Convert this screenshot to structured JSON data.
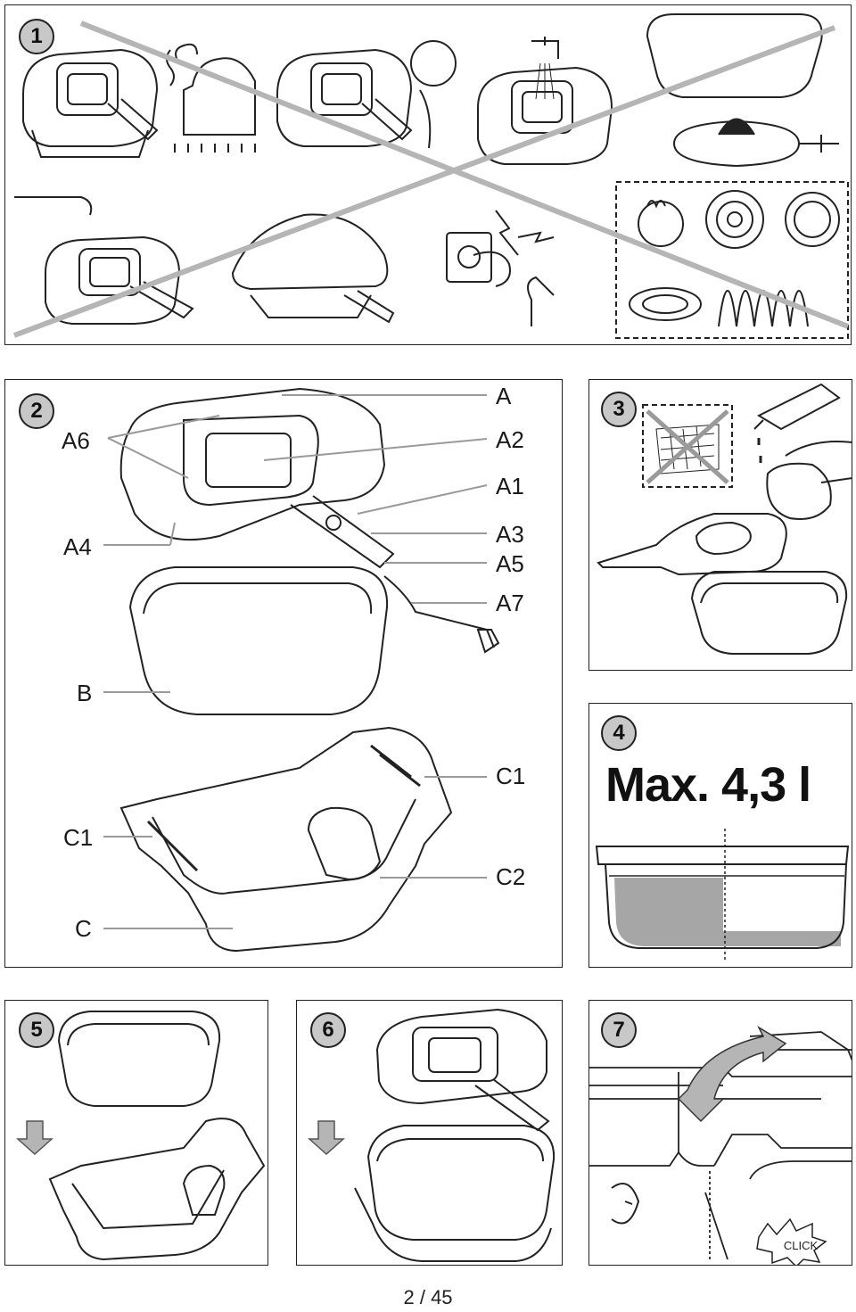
{
  "panels": {
    "p1": {
      "number": "1"
    },
    "p2": {
      "number": "2",
      "labels": {
        "A": "A",
        "A2": "A2",
        "A1": "A1",
        "A3": "A3",
        "A5": "A5",
        "A7": "A7",
        "A6": "A6",
        "A4": "A4",
        "B": "B",
        "C1_right": "C1",
        "C1_left": "C1",
        "C2": "C2",
        "C": "C"
      }
    },
    "p3": {
      "number": "3"
    },
    "p4": {
      "number": "4",
      "capacity_text": "Max. 4,3 l"
    },
    "p5": {
      "number": "5"
    },
    "p6": {
      "number": "6"
    },
    "p7": {
      "number": "7",
      "click_text": "CLICK"
    }
  },
  "footer": {
    "page_current": "2",
    "separator": "/",
    "page_total": "45"
  },
  "colors": {
    "line": "#222222",
    "badge": "#c8c8c8",
    "leader": "#9a9a9a",
    "water": "#a0a0a0",
    "cross": "#b5b5b5"
  }
}
